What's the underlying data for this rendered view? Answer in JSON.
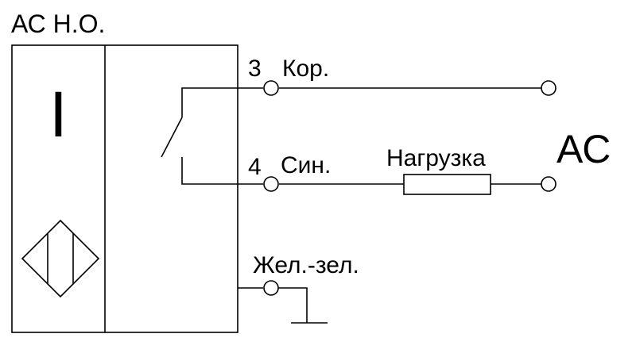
{
  "title": "АС Н.О.",
  "sensor_symbol": "I",
  "terminals": {
    "brown": {
      "number": "3",
      "label": "Кор."
    },
    "blue": {
      "number": "4",
      "label": "Син."
    },
    "ground": {
      "label": "Жел.-зел."
    }
  },
  "load_label": "Нагрузка",
  "supply_label": "АС"
}
